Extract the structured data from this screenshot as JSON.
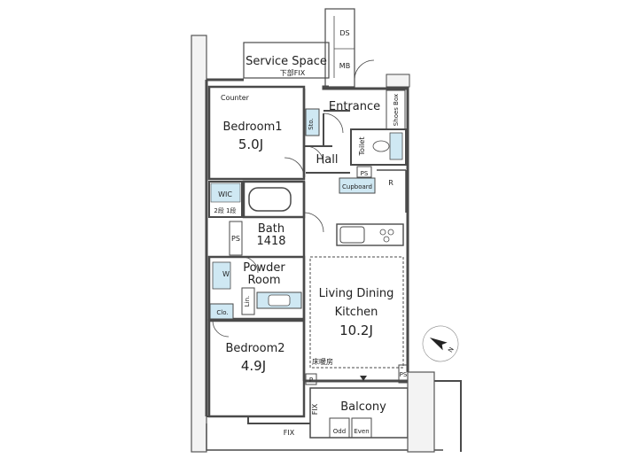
{
  "rooms": {
    "service_space": {
      "name": "Service Space",
      "note": "下部FIX"
    },
    "ds": "DS",
    "mb": "MB",
    "counter": "Counter",
    "bedroom1": {
      "name": "Bedroom1",
      "size": "5.0J"
    },
    "entrance": "Entrance",
    "shoes_box": "Shoes Box",
    "sto": "Sto.",
    "toilet": "Toilet",
    "hall": "Hall",
    "ps_top": "PS",
    "cupboard": "Cupboard",
    "r": "R",
    "wic": {
      "name": "WIC",
      "note": "2段 1段"
    },
    "bath": {
      "name": "Bath",
      "size": "1418"
    },
    "ps_mid": "PS",
    "powder_room": {
      "line1": "Powder",
      "line2": "Room"
    },
    "w": "W",
    "lin": "Lin.",
    "clo": "Clo.",
    "ldk": {
      "line1": "Living Dining",
      "line2": "Kitchen",
      "size": "10.2J",
      "note": "床暖房"
    },
    "bedroom2": {
      "name": "Bedroom2",
      "size": "4.9J"
    },
    "p": "P",
    "ps_bottom": "PS",
    "fix_side": "FIX",
    "balcony": {
      "name": "Balcony",
      "odd": "Odd",
      "even": "Even"
    },
    "fix_bottom": "FIX"
  },
  "compass": {
    "label": "N"
  },
  "colors": {
    "wall": "#4a4a4a",
    "fixture_blue": "#cfe8f3",
    "line": "#555555"
  }
}
